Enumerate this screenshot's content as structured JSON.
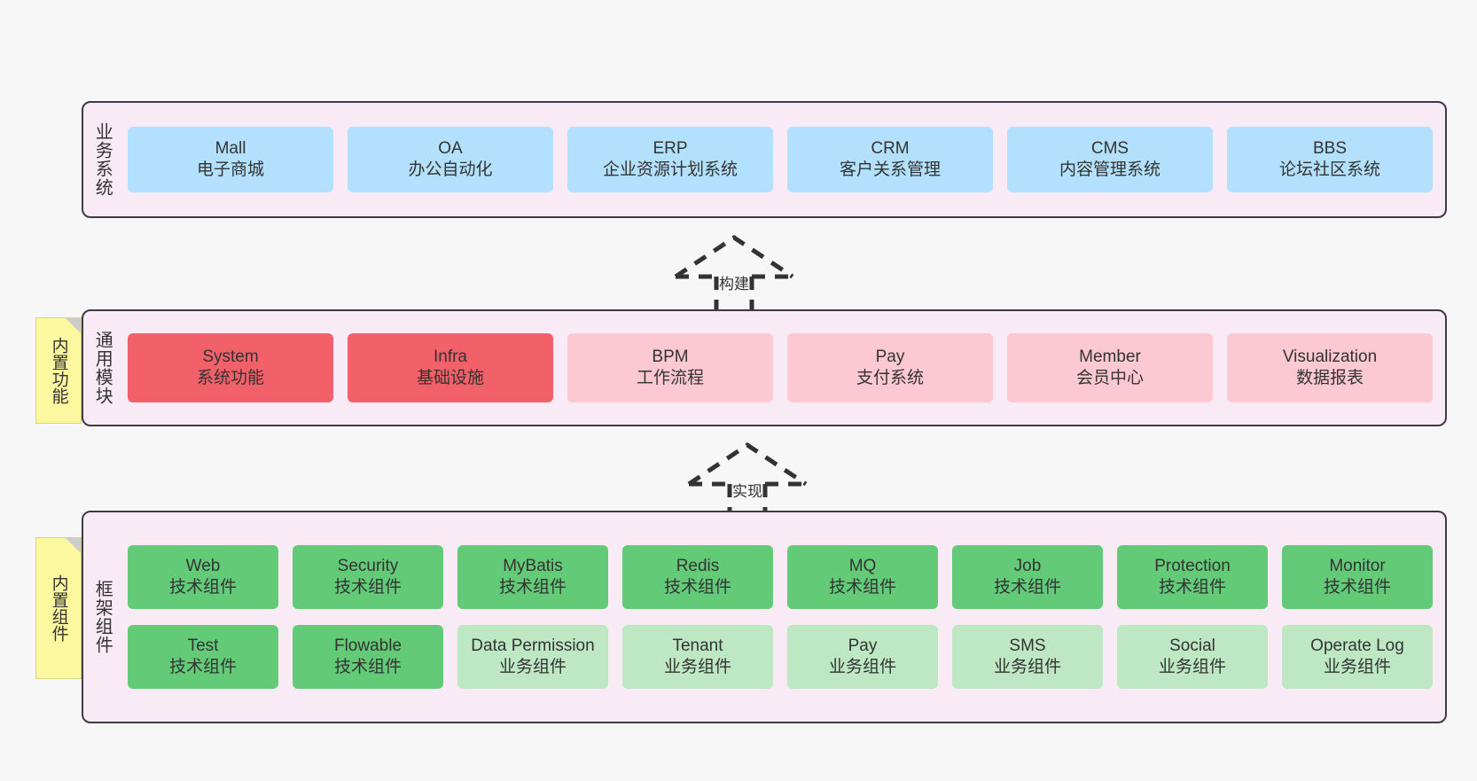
{
  "diagram": {
    "title": "",
    "colors": {
      "background": "#f7f7f7",
      "layer_fill": "#f9ebf5",
      "layer_border": "#403a42",
      "business_node": "#b3e0fc",
      "module_core": "#f2606a",
      "module_optional": "#fcc8d2",
      "component_tech": "#63ca78",
      "component_business": "#bee8c3",
      "note_fill": "#fbf8a0",
      "note_fold": "#cccccc",
      "arrow": "#333333"
    }
  },
  "layers": [
    {
      "id": "business",
      "title": "业务系统",
      "rows": [
        {
          "nodes": [
            {
              "en": "Mall",
              "cn": "电子商城",
              "style": "blue"
            },
            {
              "en": "OA",
              "cn": "办公自动化",
              "style": "blue"
            },
            {
              "en": "ERP",
              "cn": "企业资源计划系统",
              "style": "blue"
            },
            {
              "en": "CRM",
              "cn": "客户关系管理",
              "style": "blue"
            },
            {
              "en": "CMS",
              "cn": "内容管理系统",
              "style": "blue"
            },
            {
              "en": "BBS",
              "cn": "论坛社区系统",
              "style": "blue"
            }
          ]
        }
      ]
    },
    {
      "id": "module",
      "title": "通用模块",
      "note": "内置功能",
      "rows": [
        {
          "nodes": [
            {
              "en": "System",
              "cn": "系统功能",
              "style": "red"
            },
            {
              "en": "Infra",
              "cn": "基础设施",
              "style": "red"
            },
            {
              "en": "BPM",
              "cn": "工作流程",
              "style": "pink"
            },
            {
              "en": "Pay",
              "cn": "支付系统",
              "style": "pink"
            },
            {
              "en": "Member",
              "cn": "会员中心",
              "style": "pink"
            },
            {
              "en": "Visualization",
              "cn": "数据报表",
              "style": "pink"
            }
          ]
        }
      ]
    },
    {
      "id": "framework",
      "title": "框架组件",
      "note": "内置组件",
      "rows": [
        {
          "nodes": [
            {
              "en": "Web",
              "cn": "技术组件",
              "style": "green"
            },
            {
              "en": "Security",
              "cn": "技术组件",
              "style": "green"
            },
            {
              "en": "MyBatis",
              "cn": "技术组件",
              "style": "green"
            },
            {
              "en": "Redis",
              "cn": "技术组件",
              "style": "green"
            },
            {
              "en": "MQ",
              "cn": "技术组件",
              "style": "green"
            },
            {
              "en": "Job",
              "cn": "技术组件",
              "style": "green"
            },
            {
              "en": "Protection",
              "cn": "技术组件",
              "style": "green"
            },
            {
              "en": "Monitor",
              "cn": "技术组件",
              "style": "green"
            }
          ]
        },
        {
          "nodes": [
            {
              "en": "Test",
              "cn": "技术组件",
              "style": "green"
            },
            {
              "en": "Flowable",
              "cn": "技术组件",
              "style": "green"
            },
            {
              "en": "Data Permission",
              "cn": "业务组件",
              "style": "lightgreen"
            },
            {
              "en": "Tenant",
              "cn": "业务组件",
              "style": "lightgreen"
            },
            {
              "en": "Pay",
              "cn": "业务组件",
              "style": "lightgreen"
            },
            {
              "en": "SMS",
              "cn": "业务组件",
              "style": "lightgreen"
            },
            {
              "en": "Social",
              "cn": "业务组件",
              "style": "lightgreen"
            },
            {
              "en": "Operate Log",
              "cn": "业务组件",
              "style": "lightgreen"
            }
          ]
        }
      ]
    }
  ],
  "arrows": [
    {
      "id": "build",
      "label": "构建"
    },
    {
      "id": "implement",
      "label": "实现"
    }
  ]
}
